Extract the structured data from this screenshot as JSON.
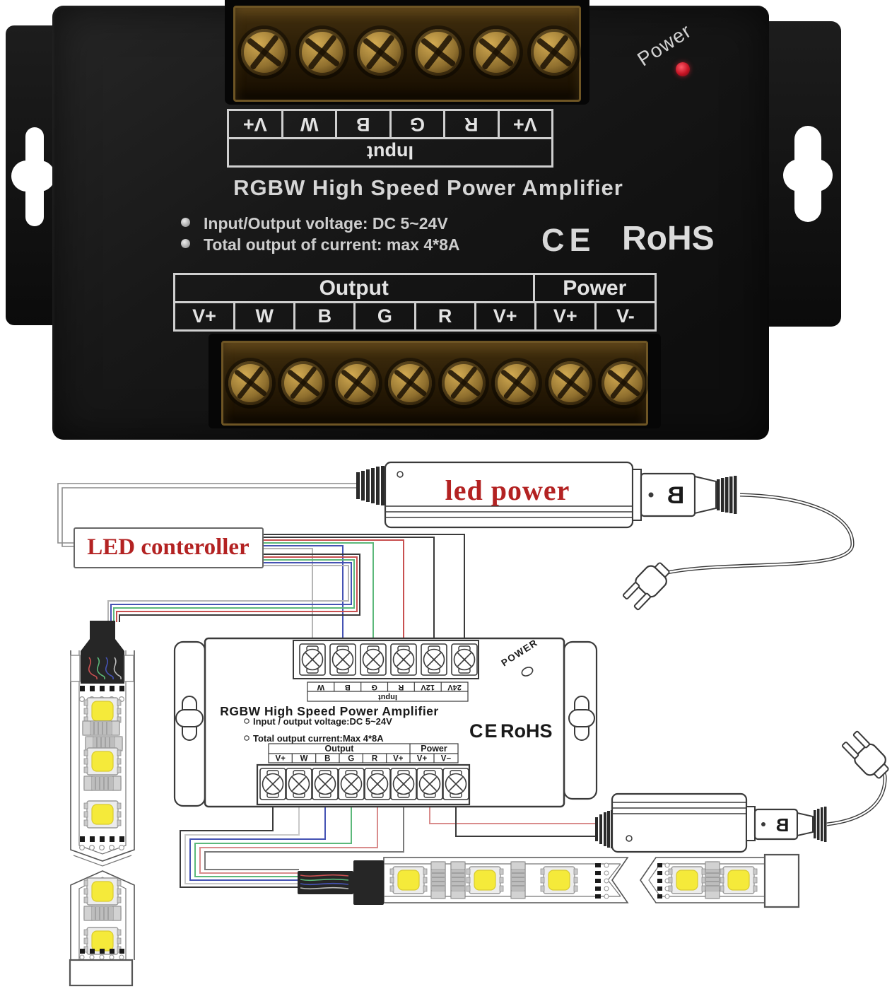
{
  "photo": {
    "power_label": "Power",
    "title": "RGBW High Speed Power Amplifier",
    "spec1": "Input/Output voltage: DC 5~24V",
    "spec2": "Total output of current: max 4*8A",
    "ce": "CE",
    "rohs": "RoHS",
    "input": {
      "header": "Input",
      "labels": [
        "V+",
        "W",
        "B",
        "G",
        "R",
        "V+"
      ]
    },
    "output": {
      "header": "Output",
      "labels": [
        "V+",
        "W",
        "B",
        "G",
        "R",
        "V+"
      ]
    },
    "power": {
      "header": "Power",
      "labels": [
        "V+",
        "V-"
      ]
    }
  },
  "diagram": {
    "led_power_label": "led power",
    "controller_label": "LED conteroller",
    "plug_letter": "B",
    "amp": {
      "power_label": "POWER",
      "title": "RGBW High Speed Power Amplifier",
      "spec1": "Input / output voltage:DC 5~24V",
      "spec2": "Total output current:Max 4*8A",
      "ce": "CE",
      "rohs": "RoHS",
      "input": {
        "header": "Input",
        "labels": [
          "W",
          "B",
          "G",
          "R",
          "12V",
          "24V"
        ]
      },
      "output": {
        "header": "Output",
        "labels": [
          "V+",
          "W",
          "B",
          "G",
          "R",
          "V+"
        ]
      },
      "power": {
        "header": "Power",
        "labels": [
          "V+",
          "V−"
        ]
      }
    },
    "colors": {
      "red_text": "#b32222",
      "line": "#3a3a3a",
      "wire_black": "#3a3a3a",
      "wire_gray": "#b5b5b5",
      "wire_red": "#c85050",
      "wire_green": "#5cb87a",
      "wire_blue": "#4553b4",
      "led_yellow": "#f5ea3a"
    }
  }
}
